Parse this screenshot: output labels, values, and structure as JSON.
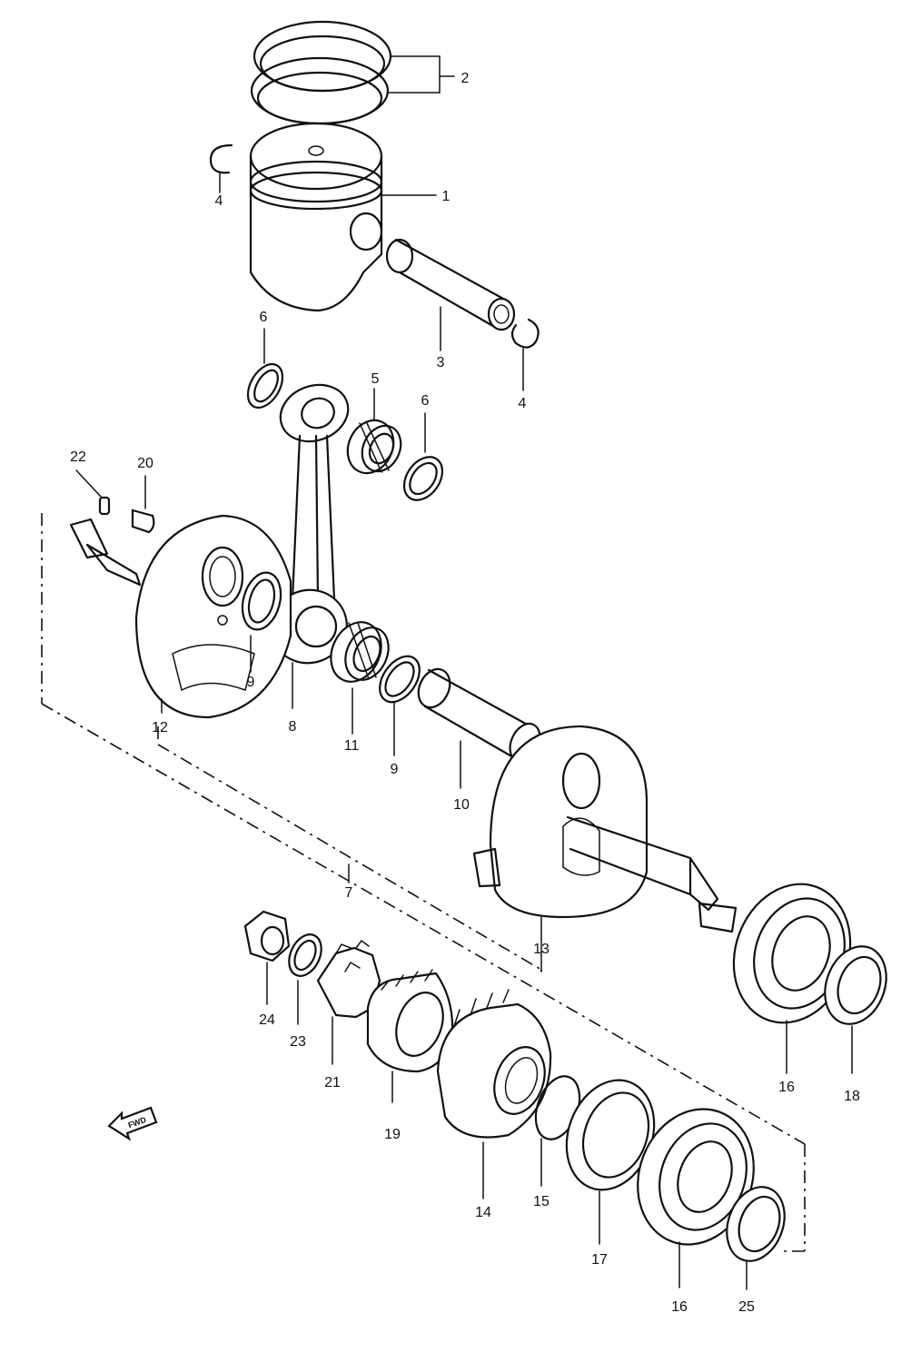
{
  "diagram": {
    "callouts": [
      {
        "id": "p2",
        "number": "2"
      },
      {
        "id": "p1",
        "number": "1"
      },
      {
        "id": "p4a",
        "number": "4"
      },
      {
        "id": "p3",
        "number": "3"
      },
      {
        "id": "p4b",
        "number": "4"
      },
      {
        "id": "p6a",
        "number": "6"
      },
      {
        "id": "p5",
        "number": "5"
      },
      {
        "id": "p6b",
        "number": "6"
      },
      {
        "id": "p22",
        "number": "22"
      },
      {
        "id": "p20",
        "number": "20"
      },
      {
        "id": "p9a",
        "number": "9"
      },
      {
        "id": "p12",
        "number": "12"
      },
      {
        "id": "p8",
        "number": "8"
      },
      {
        "id": "p11",
        "number": "11"
      },
      {
        "id": "p9b",
        "number": "9"
      },
      {
        "id": "p10",
        "number": "10"
      },
      {
        "id": "p7",
        "number": "7"
      },
      {
        "id": "p13",
        "number": "13"
      },
      {
        "id": "p24",
        "number": "24"
      },
      {
        "id": "p23",
        "number": "23"
      },
      {
        "id": "p21",
        "number": "21"
      },
      {
        "id": "p19",
        "number": "19"
      },
      {
        "id": "p14",
        "number": "14"
      },
      {
        "id": "p15",
        "number": "15"
      },
      {
        "id": "p17",
        "number": "17"
      },
      {
        "id": "p16a",
        "number": "16"
      },
      {
        "id": "p25",
        "number": "25"
      },
      {
        "id": "p16b",
        "number": "16"
      },
      {
        "id": "p18",
        "number": "18"
      }
    ],
    "direction_arrow_text": "FWD",
    "line_color": "#111111",
    "background_color": "#ffffff"
  }
}
